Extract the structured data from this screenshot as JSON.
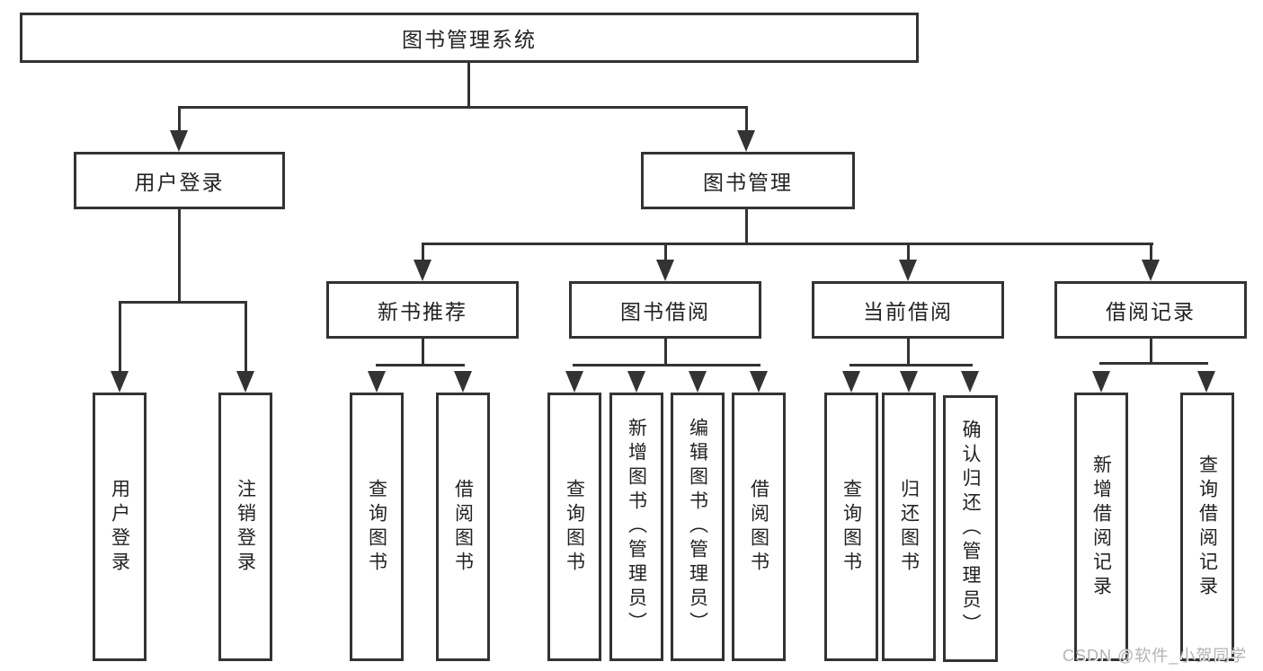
{
  "tree": {
    "label": "图书管理系统",
    "children": [
      {
        "label": "用户登录",
        "children": [
          {
            "label": "用户登录"
          },
          {
            "label": "注销登录"
          }
        ]
      },
      {
        "label": "图书管理",
        "children": [
          {
            "label": "新书推荐",
            "children": [
              {
                "label": "查询图书"
              },
              {
                "label": "借阅图书"
              }
            ]
          },
          {
            "label": "图书借阅",
            "children": [
              {
                "label": "查询图书"
              },
              {
                "label": "新增图书（管理员）"
              },
              {
                "label": "编辑图书（管理员）"
              },
              {
                "label": "借阅图书"
              }
            ]
          },
          {
            "label": "当前借阅",
            "children": [
              {
                "label": "查询图书"
              },
              {
                "label": "归还图书"
              },
              {
                "label": "确认归还（管理员）"
              }
            ]
          },
          {
            "label": "借阅记录",
            "children": [
              {
                "label": "新增借阅记录"
              },
              {
                "label": "查询借阅记录"
              }
            ]
          }
        ]
      }
    ]
  },
  "watermark": {
    "text": "CSDN @软件_小贺同学"
  },
  "colors": {
    "line": "#333333",
    "box_border": "#333333",
    "box_fill": "#ffffff",
    "text": "#222222",
    "watermark": "#b3b3b3",
    "background": "#ffffff"
  }
}
